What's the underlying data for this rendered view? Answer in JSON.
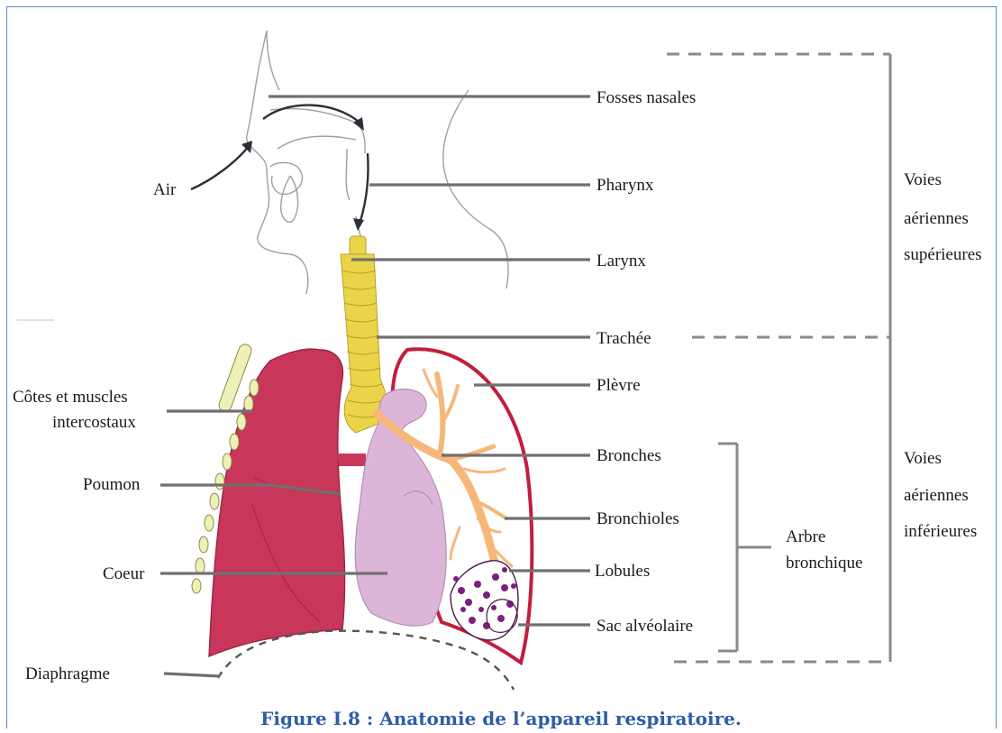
{
  "labels": {
    "fosses_nasales": "Fosses nasales",
    "pharynx": "Pharynx",
    "larynx": "Larynx",
    "trachee": "Trachée",
    "plevre": "Plèvre",
    "bronches": "Bronches",
    "bronchioles": "Bronchioles",
    "lobules": "Lobules",
    "sac_alveolaire": "Sac alvéolaire",
    "air": "Air",
    "cotes_line1": "Côtes et muscles",
    "cotes_line2": "intercostaux",
    "poumon": "Poumon",
    "coeur": "Coeur",
    "diaphragme": "Diaphragme",
    "arbre_line1": "Arbre",
    "arbre_line2": "bronchique",
    "voies_sup_line1": "Voies",
    "voies_sup_line2": "aériennes",
    "voies_sup_line3": "supérieures",
    "voies_inf_line1": "Voies",
    "voies_inf_line2": "aériennes",
    "voies_inf_line3": "inférieures"
  },
  "caption": "Figure I.8 : Anatomie de l’appareil respiratoire.",
  "colors": {
    "lung": "#c8365a",
    "trachea": "#ecd44a",
    "heart": "#dcb6d9",
    "bronchi": "#f6b77a",
    "pleura": "#c21e3c",
    "alveoli": "#7a1f7e",
    "ribs": "#eef0b8",
    "caption": "#2e5da8"
  }
}
